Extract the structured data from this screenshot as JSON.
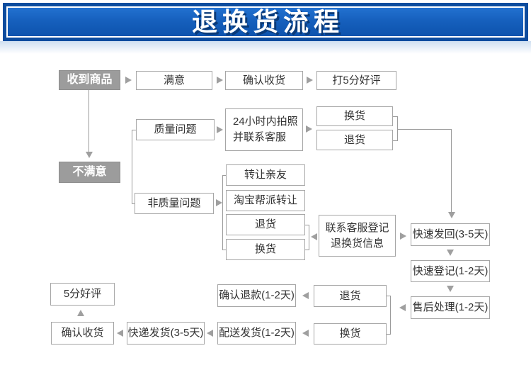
{
  "header": {
    "title": "退换货流程"
  },
  "colors": {
    "banner_outer_blue": "#0d4c9e",
    "banner_inner_blue": "#1660bd",
    "title_text": "#ffffff",
    "title_shadow": "#0a3a78",
    "box_border": "#a6a6a6",
    "gray_node_fill": "#9c9c9c",
    "connector_gray": "#9b9b9b",
    "node_text": "#333333"
  },
  "icons": {
    "arrow_right": "right-pointing flow triangle",
    "arrow_left": "left-pointing flow triangle",
    "arrow_down": "down-pointing flow triangle",
    "arrow_up": "up-pointing flow triangle"
  },
  "nodes": {
    "received": "收到商品",
    "satisfied": "满意",
    "confirm_receipt_top": "确认收货",
    "five_star_top": "打5分好评",
    "unsatisfied": "不满意",
    "quality_issue": "质量问题",
    "photo_24h": "24小时内拍照\n并联系客服",
    "exchange_top": "换货",
    "return_top": "退货",
    "non_quality_issue": "非质量问题",
    "transfer_friends": "转让亲友",
    "taobao_transfer": "淘宝帮派转让",
    "return_mid": "退货",
    "exchange_mid": "换货",
    "contact_cs": "联系客服登记\n退换货信息",
    "fast_return": "快速发回(3-5天)",
    "fast_register": "快速登记(1-2天)",
    "aftersale": "售后处理(1-2天)",
    "return_bottom": "退货",
    "exchange_bottom": "换货",
    "confirm_refund": "确认退款(1-2天)",
    "delivery": "配送发货(1-2天)",
    "express": "快递发货(3-5天)",
    "confirm_receipt_bottom": "确认收货",
    "five_star_bottom": "5分好评"
  }
}
